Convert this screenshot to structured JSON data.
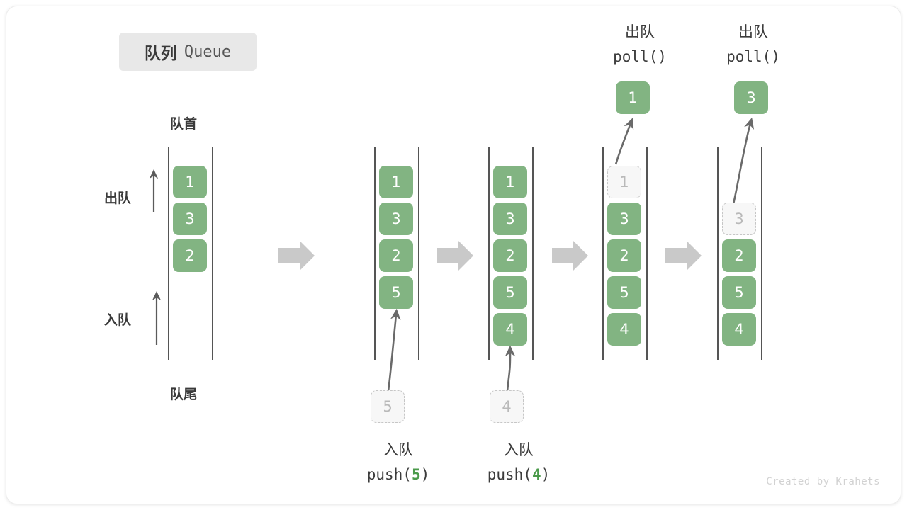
{
  "title": {
    "cn": "队列",
    "en": "Queue"
  },
  "labels": {
    "front": "队首",
    "rear": "队尾",
    "dequeue_side": "出队",
    "enqueue_side": "入队"
  },
  "colors": {
    "cell_green": "#82b482",
    "ghost_fill": "#f7f7f7",
    "ghost_border": "#c6c6c6",
    "rail": "#555555",
    "step_arrow": "#c9c9c9",
    "badge_bg": "#e8e8e8",
    "text_dark": "#3a3a3a",
    "accent_number": "#4a9a4a"
  },
  "columns": [
    {
      "name": "initial-queue",
      "cells": [
        {
          "value": "1",
          "ghost": false
        },
        {
          "value": "3",
          "ghost": false
        },
        {
          "value": "2",
          "ghost": false
        }
      ]
    },
    {
      "name": "after-push-5",
      "cells": [
        {
          "value": "1",
          "ghost": false
        },
        {
          "value": "3",
          "ghost": false
        },
        {
          "value": "2",
          "ghost": false
        },
        {
          "value": "5",
          "ghost": false
        }
      ],
      "incoming": {
        "value": "5",
        "ghost": true
      }
    },
    {
      "name": "after-push-4",
      "cells": [
        {
          "value": "1",
          "ghost": false
        },
        {
          "value": "3",
          "ghost": false
        },
        {
          "value": "2",
          "ghost": false
        },
        {
          "value": "5",
          "ghost": false
        },
        {
          "value": "4",
          "ghost": false
        }
      ],
      "incoming": {
        "value": "4",
        "ghost": true
      }
    },
    {
      "name": "after-poll-1",
      "cells": [
        {
          "value": "1",
          "ghost": true
        },
        {
          "value": "3",
          "ghost": false
        },
        {
          "value": "2",
          "ghost": false
        },
        {
          "value": "5",
          "ghost": false
        },
        {
          "value": "4",
          "ghost": false
        }
      ],
      "outgoing": {
        "value": "1",
        "ghost": false
      }
    },
    {
      "name": "after-poll-3",
      "cells": [
        {
          "value": "",
          "ghost": null
        },
        {
          "value": "3",
          "ghost": true
        },
        {
          "value": "2",
          "ghost": false
        },
        {
          "value": "5",
          "ghost": false
        },
        {
          "value": "4",
          "ghost": false
        }
      ],
      "outgoing": {
        "value": "3",
        "ghost": false
      }
    }
  ],
  "operations": {
    "push_5": {
      "cn": "入队",
      "code_prefix": "push(",
      "code_arg": "5",
      "code_suffix": ")"
    },
    "push_4": {
      "cn": "入队",
      "code_prefix": "push(",
      "code_arg": "4",
      "code_suffix": ")"
    },
    "poll_1": {
      "cn": "出队",
      "code": "poll()"
    },
    "poll_2": {
      "cn": "出队",
      "code": "poll()"
    }
  },
  "credit": "Created by Krahets"
}
